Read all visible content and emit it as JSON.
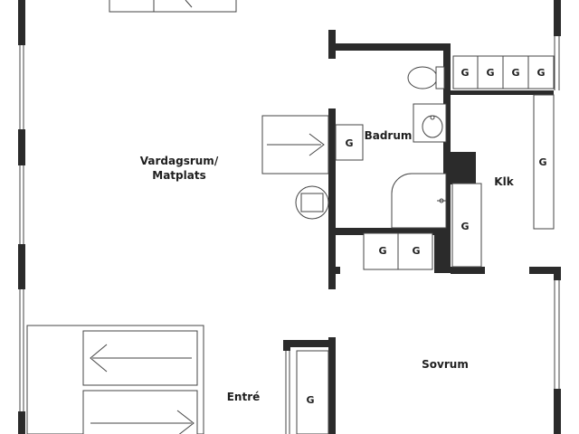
{
  "rooms": {
    "living": [
      "Vardagsrum/",
      "Matplats"
    ],
    "bathroom": "Badrum",
    "kitchen": "Klk",
    "bedroom": "Sovrum",
    "entrance": "Entré"
  },
  "cabinet_label": "G",
  "colors": {
    "wall": "#2b2b2b",
    "line": "#444444",
    "background": "#ffffff"
  }
}
